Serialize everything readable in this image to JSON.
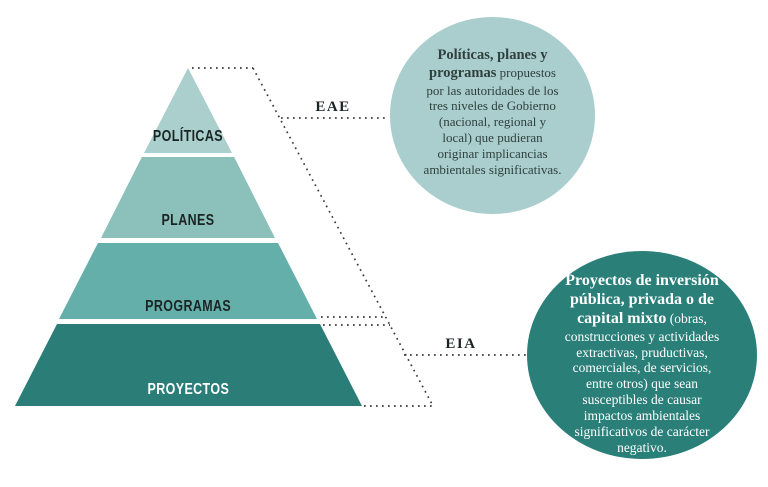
{
  "pyramid": {
    "levels": [
      {
        "label": "POLÍTICAS"
      },
      {
        "label": "PLANES"
      },
      {
        "label": "PROGRAMAS"
      },
      {
        "label": "PROYECTOS"
      }
    ]
  },
  "connectors": {
    "eae_label": "EAE",
    "eia_label": "EIA"
  },
  "bubbles": {
    "eae": {
      "bold": "Políticas, planes y\nprogramas",
      "rest": " propuestos\npor las autoridades de los\ntres niveles de Gobierno\n(nacional, regional y\nlocal) que pudieran\noriginar implicancias\nambientales significativas."
    },
    "eia": {
      "bold": "Proyectos de inversión\npública, privada o de\ncapital mixto",
      "rest": " (obras,\nconstrucciones y actividades\nextractivas, pruductivas,\ncomerciales, de servicios,\nentre otros) que sean\nsusceptibles de causar\nimpactos ambientales\nsignificativos de carácter\nnegativo."
    }
  },
  "colors": {
    "level_politicas": "#aacfcc",
    "level_planes": "#8bc0bb",
    "level_programas": "#64afa9",
    "level_proyectos": "#2a7e77",
    "bubble_eae_bg": "#a9cecd",
    "bubble_eae_text": "#30403e",
    "bubble_eia_bg": "#2a7f79",
    "bubble_eia_text": "#ffffff",
    "dotted_line": "#3c3c3c",
    "label_dark": "#1b2424",
    "label_light": "#ffffff"
  }
}
